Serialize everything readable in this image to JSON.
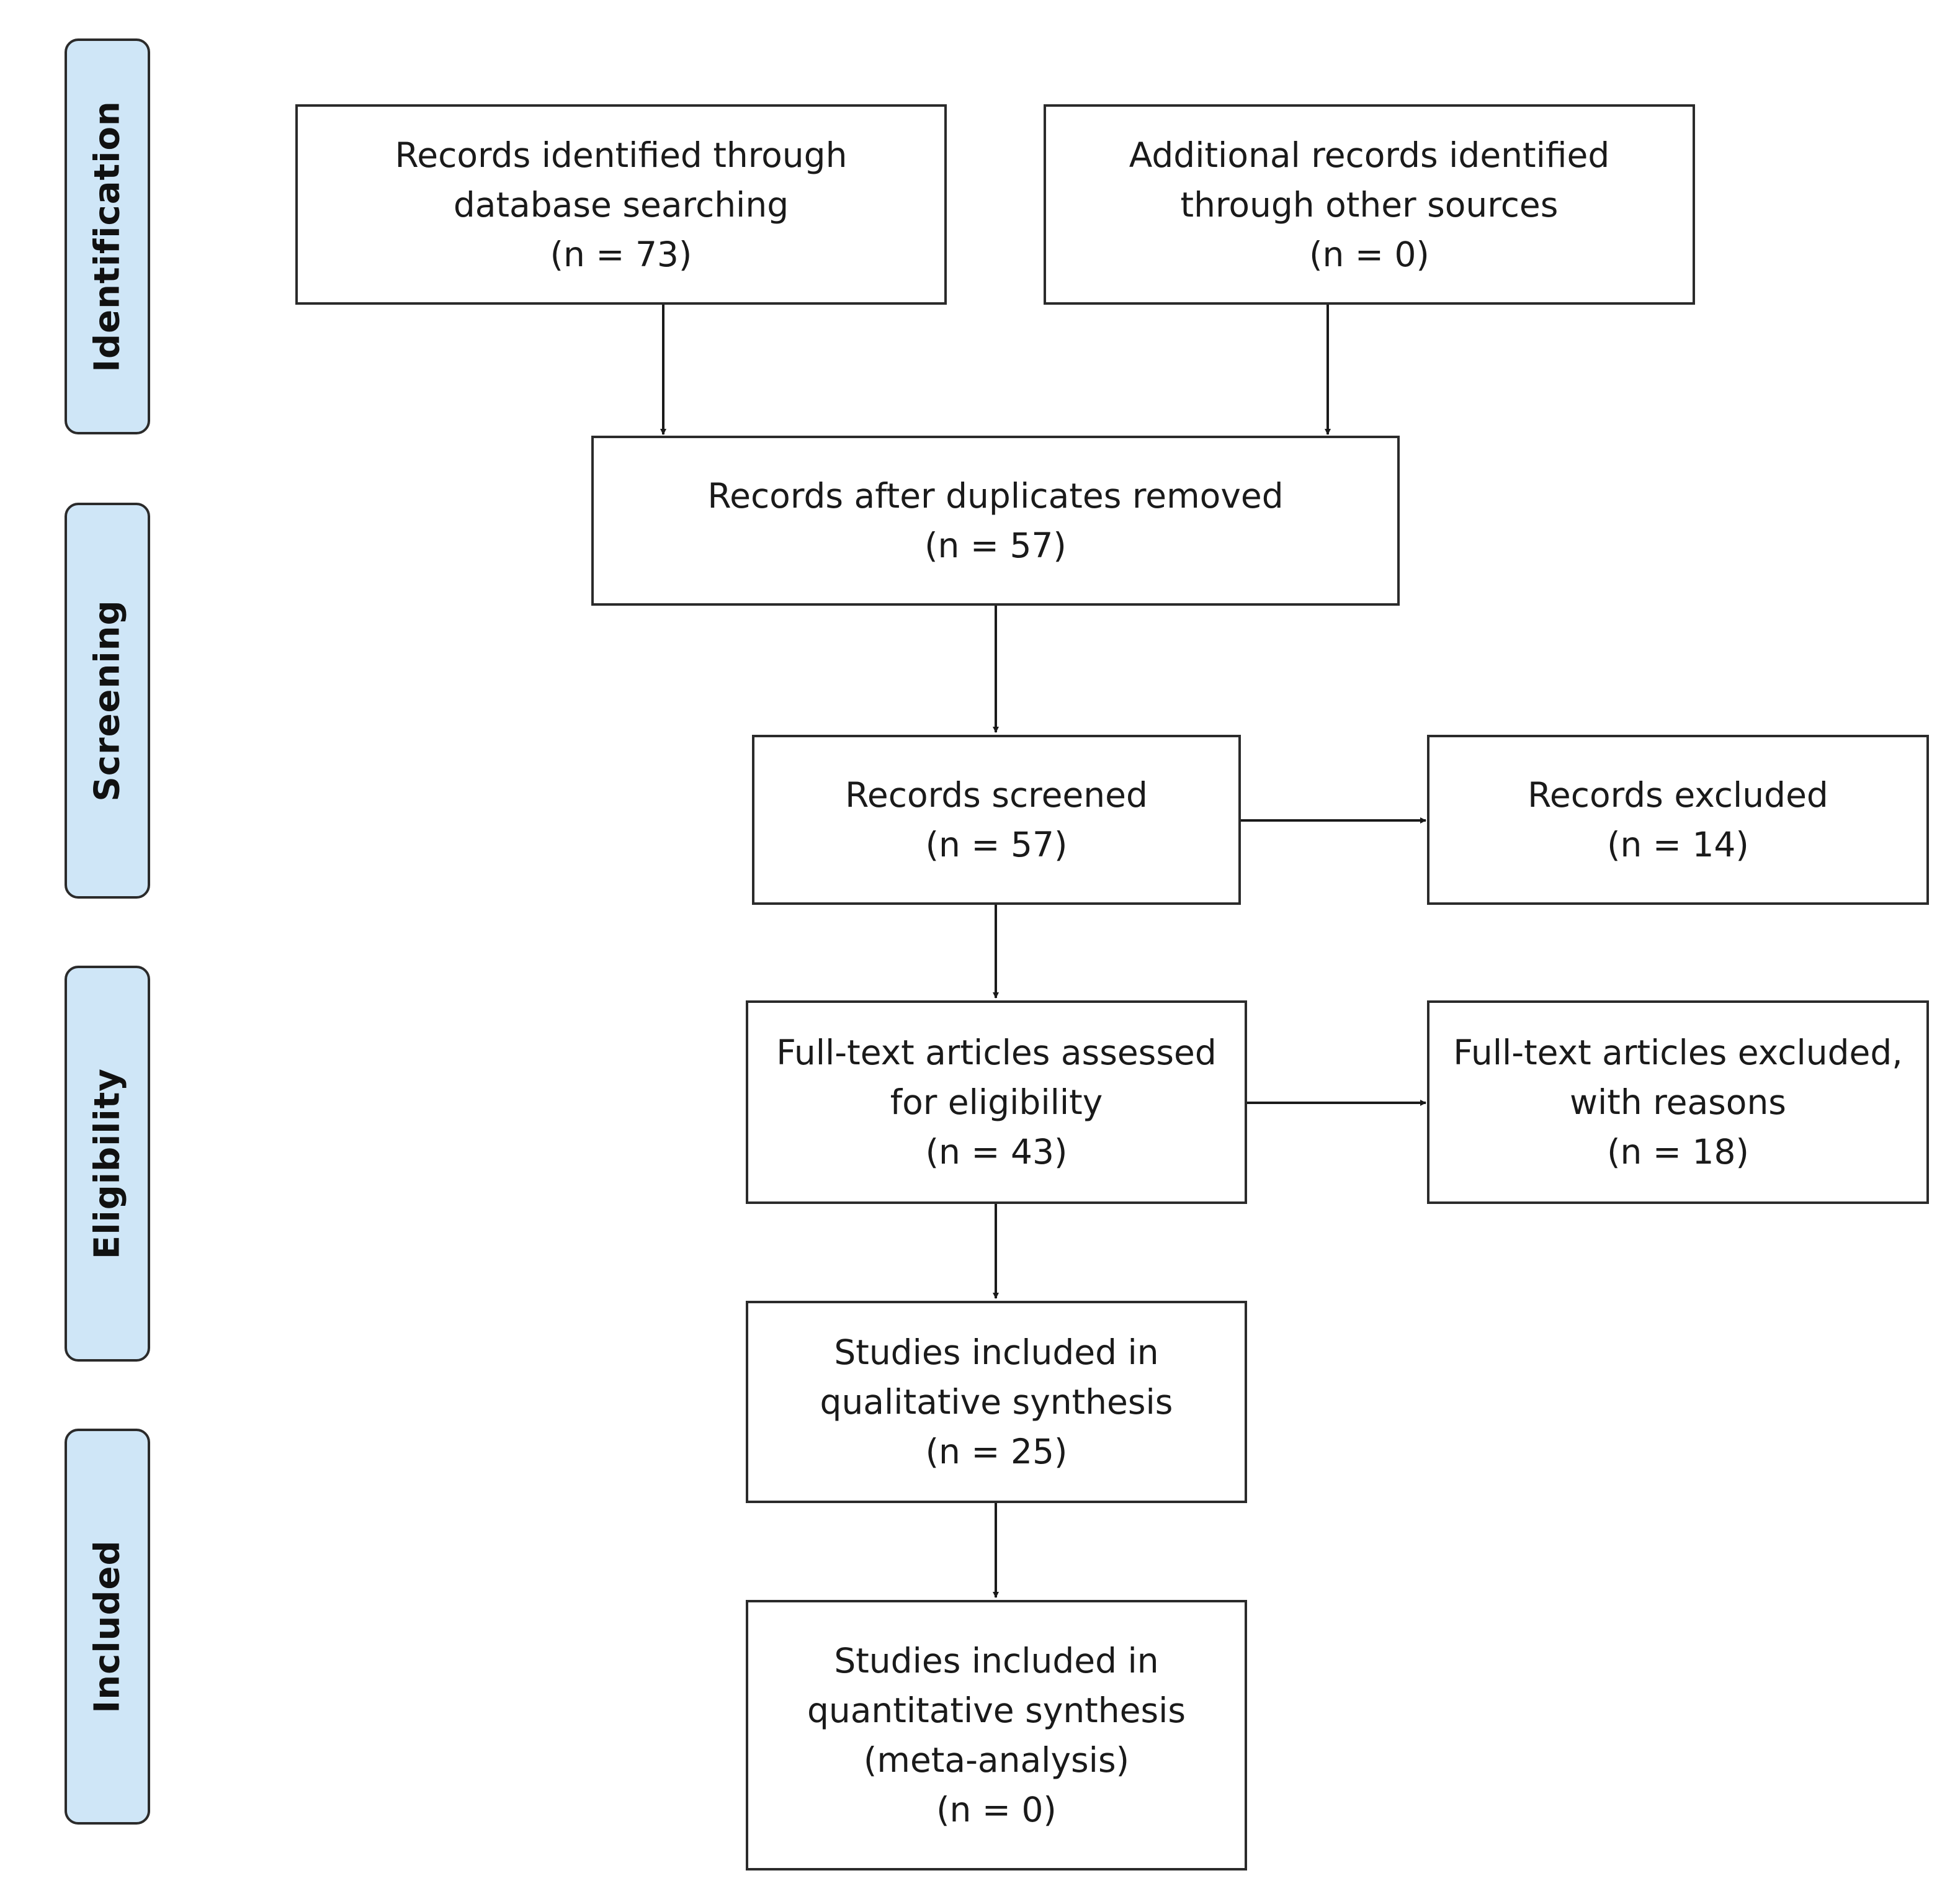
{
  "phases": {
    "identification": "Identification",
    "screening": "Screening",
    "eligibility": "Eligibility",
    "included": "Included"
  },
  "boxes": {
    "database_records": "Records identified through\ndatabase searching\n(n = 73)",
    "other_records": "Additional records identified\nthrough other sources\n(n = 0)",
    "after_duplicates": "Records after duplicates removed\n(n = 57)",
    "screened": "Records screened\n(n = 57)",
    "excluded": "Records excluded\n(n = 14)",
    "fulltext_assessed": "Full-text articles assessed\nfor eligibility\n(n = 43)",
    "fulltext_excluded": "Full-text articles excluded,\nwith reasons\n(n = 18)",
    "qualitative": "Studies included in\nqualitative synthesis\n(n = 25)",
    "quantitative": "Studies included in\nquantitative synthesis\n(meta-analysis)\n(n = 0)"
  },
  "colors": {
    "phase_fill": "#cfe6f7",
    "stroke": "#2b2b2b"
  }
}
